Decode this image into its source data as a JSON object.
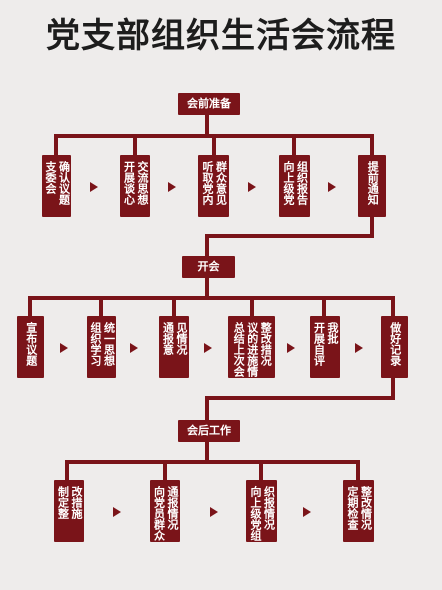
{
  "title": "党支部组织生活会流程",
  "colors": {
    "primary": "#7a1419",
    "background": "#eeeceb"
  },
  "sections": [
    {
      "header": "会前准备",
      "steps": [
        [
          "支委会",
          "确认议题"
        ],
        [
          "开展谈心",
          "交流思想"
        ],
        [
          "听取党内",
          "群众意见"
        ],
        [
          "向上级党",
          "组织报告"
        ],
        [
          "提前通知"
        ]
      ]
    },
    {
      "header": "开会",
      "steps": [
        [
          "宣布议题"
        ],
        [
          "组织学习",
          "统一思想"
        ],
        [
          "通报意",
          "见情况"
        ],
        [
          "总结上次会",
          "议的进施情",
          "整改措况"
        ],
        [
          "开展自评",
          "我批"
        ],
        [
          "做好记录"
        ]
      ]
    },
    {
      "header": "会后工作",
      "steps": [
        [
          "制定整",
          "改措施"
        ],
        [
          "向党员群众",
          "通报情况"
        ],
        [
          "向上级党组",
          "织报情况"
        ],
        [
          "定期检查",
          "整改情况"
        ]
      ]
    }
  ]
}
